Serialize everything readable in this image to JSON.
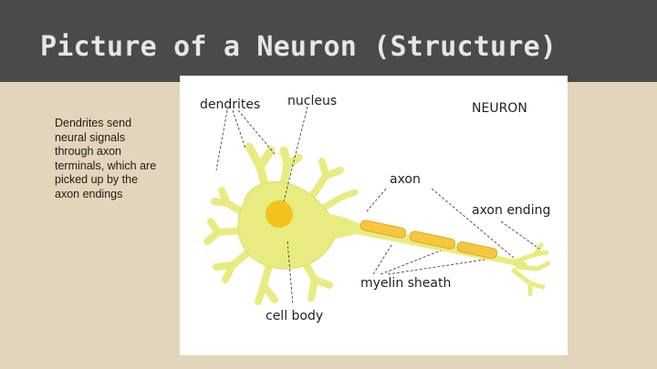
{
  "slide": {
    "title": "Picture of a Neuron (Structure)",
    "body": "Dendrites send neural signals through axon terminals, which are picked up by the axon endings"
  },
  "figure": {
    "heading": "NEURON",
    "labels": {
      "dendrites": "dendrites",
      "nucleus": "nucleus",
      "axon": "axon",
      "axon_ending": "axon ending",
      "myelin_sheath": "myelin sheath",
      "cell_body": "cell body"
    },
    "colors": {
      "cell": "#e8ec80",
      "cell_outline": "#d9de62",
      "nucleus": "#f5c21a",
      "myelin": "#f6c640",
      "leader": "#333333"
    }
  }
}
